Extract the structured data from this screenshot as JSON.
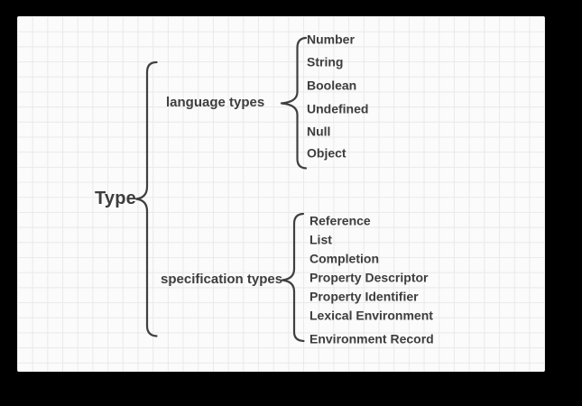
{
  "window": {
    "frame_background": "#000000"
  },
  "canvas": {
    "paper_color": "#fbfbfb",
    "grid_line_color": "#e9e9e9"
  },
  "colors": {
    "text": "#3d3d3d",
    "connector": "#3f3f3f"
  },
  "diagram": {
    "root": {
      "label": "Type"
    },
    "branches": [
      {
        "label": "language types",
        "children": [
          "Number",
          "String",
          "Boolean",
          "Undefined",
          "Null",
          "Object"
        ]
      },
      {
        "label": "specification types",
        "children": [
          "Reference",
          "List",
          "Completion",
          "Property Descriptor",
          "Property Identifier",
          "Lexical Environment",
          "Environment Record"
        ]
      }
    ]
  }
}
